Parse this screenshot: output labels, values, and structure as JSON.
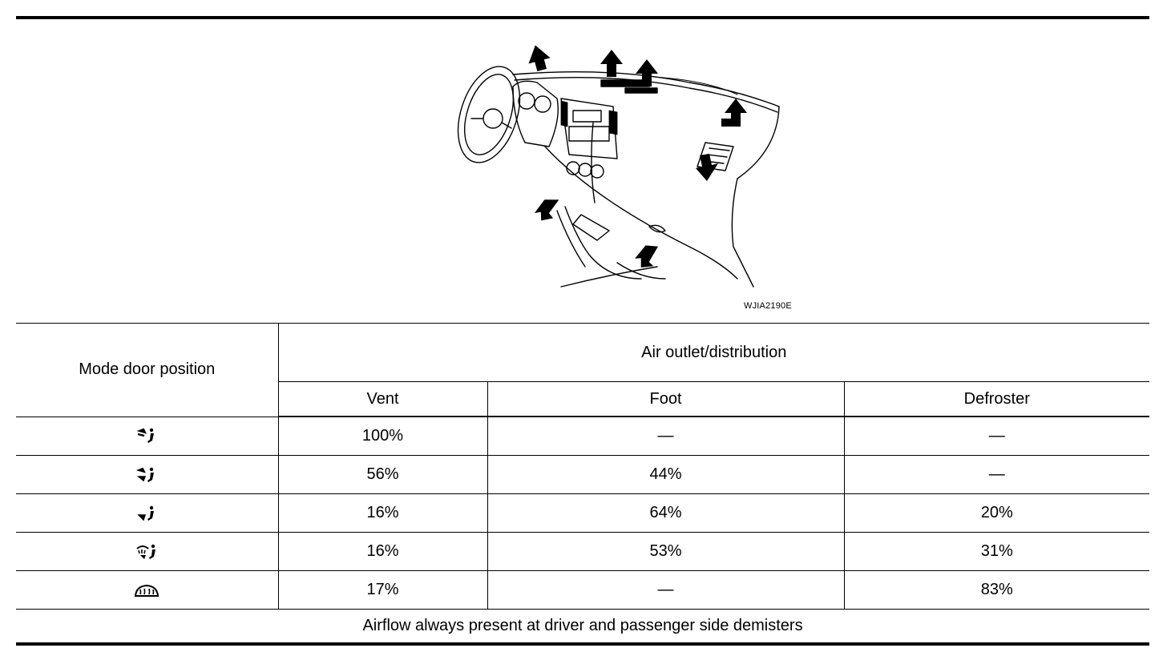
{
  "figure": {
    "code": "WJIA2190E"
  },
  "table": {
    "row_header": "Mode door position",
    "group_header": "Air outlet/distribution",
    "columns": [
      "Vent",
      "Foot",
      "Defroster"
    ],
    "rows": [
      {
        "mode_icon": "vent-mode-icon",
        "vent": "100%",
        "foot": "—",
        "defroster": "—"
      },
      {
        "mode_icon": "bi-level-mode-icon",
        "vent": "56%",
        "foot": "44%",
        "defroster": "—"
      },
      {
        "mode_icon": "foot-mode-icon",
        "vent": "16%",
        "foot": "64%",
        "defroster": "20%"
      },
      {
        "mode_icon": "foot-defrost-mode-icon",
        "vent": "16%",
        "foot": "53%",
        "defroster": "31%"
      },
      {
        "mode_icon": "defrost-mode-icon",
        "vent": "17%",
        "foot": "—",
        "defroster": "83%"
      }
    ],
    "note": "Airflow always present at driver and passenger side demisters"
  }
}
